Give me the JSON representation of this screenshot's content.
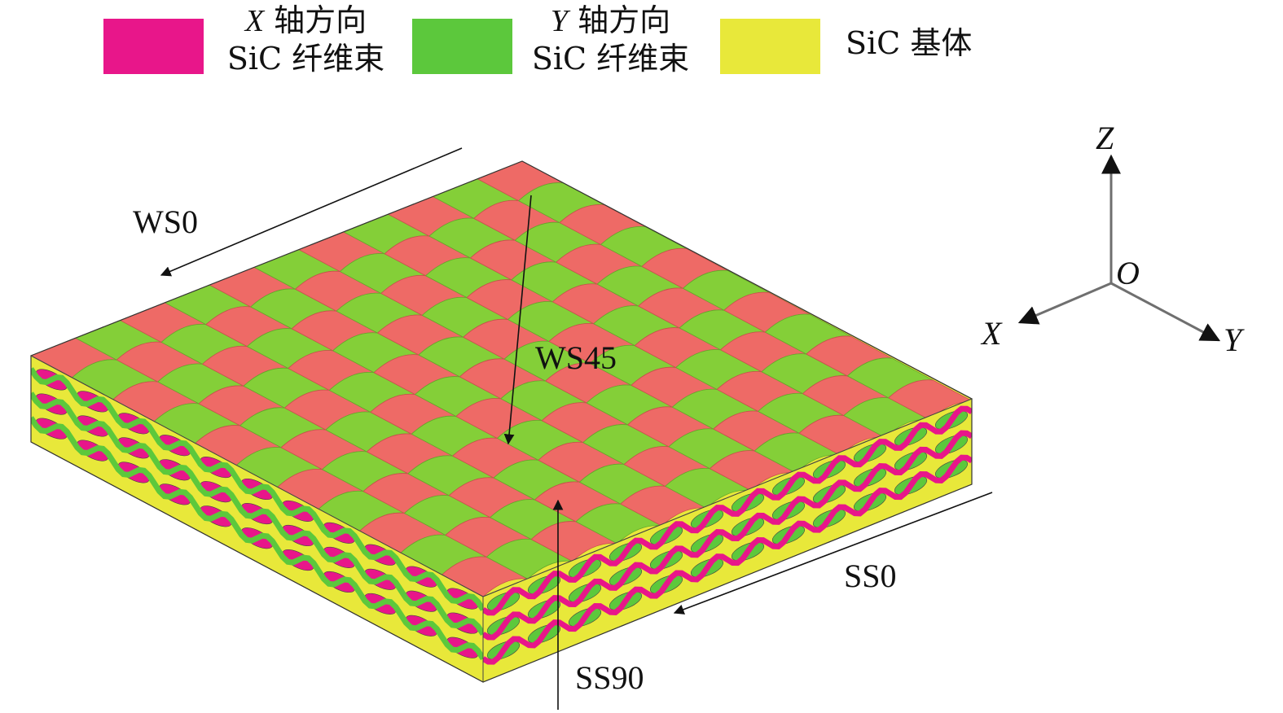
{
  "legend": {
    "x_prefix": "X",
    "x_suffix": "轴方向",
    "x_line2": "SiC 纤维束",
    "y_prefix": "Y",
    "y_suffix": "轴方向",
    "y_line2": "SiC 纤维束",
    "matrix": "SiC 基体"
  },
  "labels": {
    "ws0": "WS0",
    "ws45": "WS45",
    "ss0": "SS0",
    "ss90": "SS90"
  },
  "axes": {
    "z": "Z",
    "o": "O",
    "x": "X",
    "y": "Y"
  },
  "colors": {
    "x_fiber": "#e8168a",
    "y_fiber": "#5cc83c",
    "matrix": "#e8e83a",
    "x_fiber_surface": "#ee6a66",
    "y_fiber_surface": "#84cf38",
    "axis_grey": "#6f6f6f"
  }
}
